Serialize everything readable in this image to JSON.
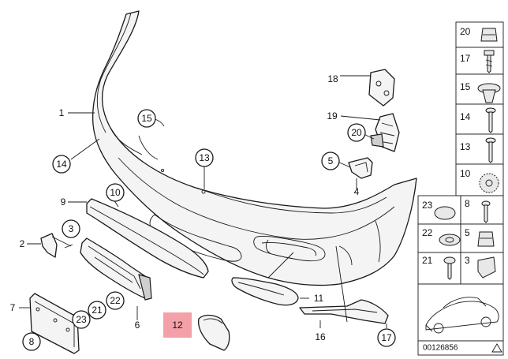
{
  "diagram": {
    "id_label": "00126856",
    "highlighted_callout": "12"
  },
  "callouts": {
    "c15": "15",
    "c14": "14",
    "c13": "13",
    "c10": "10",
    "c3": "3",
    "c22": "22",
    "c21": "21",
    "c23": "23",
    "c8": "8",
    "c20": "20",
    "c5": "5",
    "c17": "17"
  },
  "labels": {
    "l1": "1",
    "l9": "9",
    "l2": "2",
    "l7": "7",
    "l6": "6",
    "l12": "12",
    "l11": "11",
    "l16": "16",
    "l18": "18",
    "l19": "19",
    "l4": "4"
  },
  "side_panel": {
    "cells": [
      "20",
      "17",
      "15",
      "14",
      "13",
      "10",
      "23",
      "8",
      "22",
      "5",
      "21",
      "3"
    ]
  },
  "icons": {
    "nut": "cage-nut-icon",
    "screw": "screw-icon",
    "clip": "expanding-rivet-icon",
    "washer": "toothed-washer-icon",
    "plug": "blind-plug-icon",
    "car": "car-thumbnail-icon"
  }
}
